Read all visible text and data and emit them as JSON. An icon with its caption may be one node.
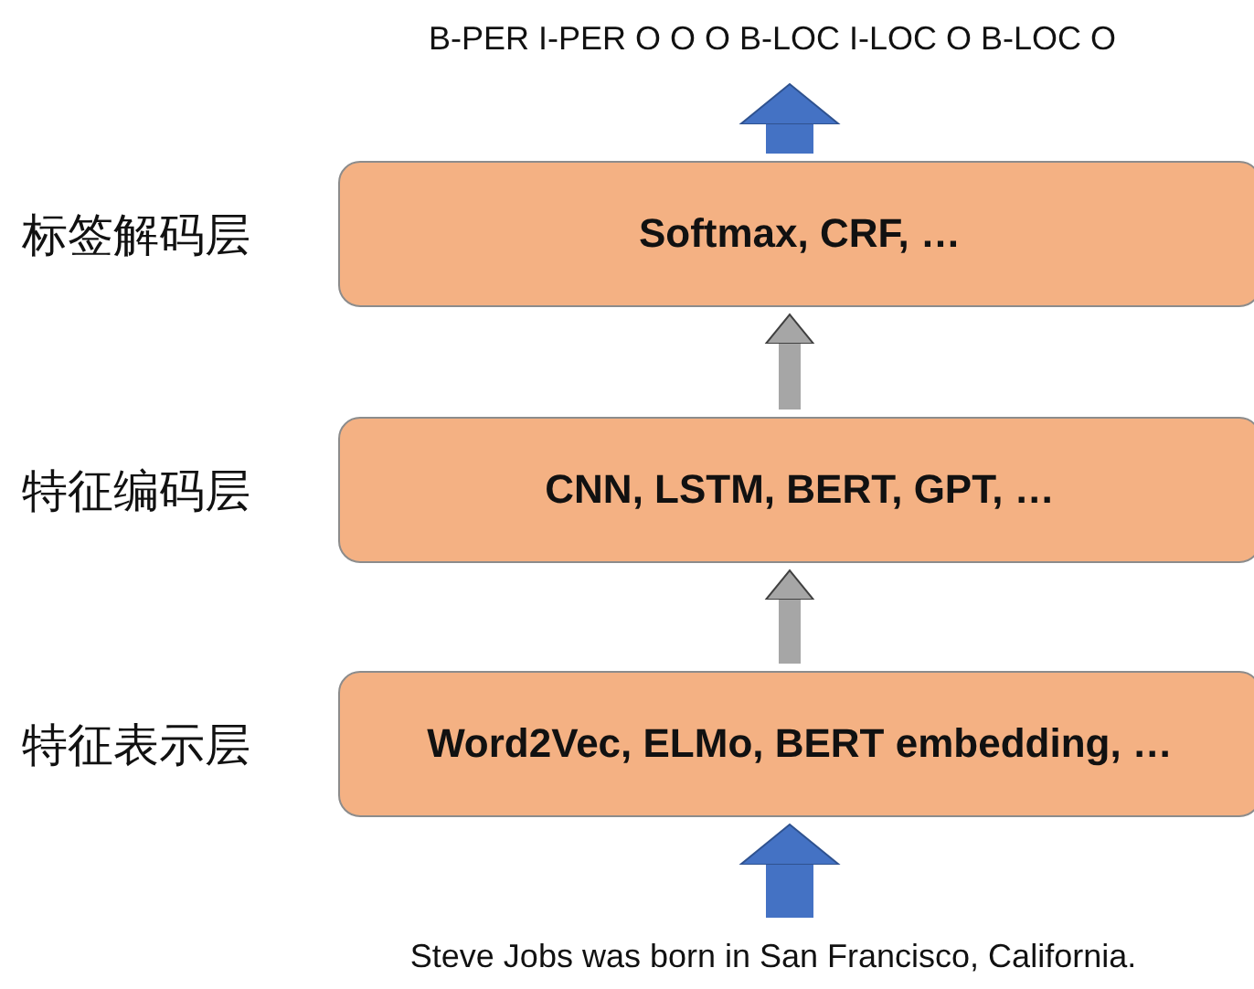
{
  "diagram": {
    "nodes": [
      {
        "text": [
          "B-PER I-PER O O O B-LOC I-LOC O B-LOC O"
        ]
      },
      {
        "text": [
          "Softmax, CRF, …"
        ],
        "beside": [
          "标签解码层"
        ]
      },
      {
        "text": [
          "CNN, LSTM, BERT, GPT, …"
        ],
        "beside": [
          "特征编码层"
        ]
      },
      {
        "text": [
          "Word2Vec, ELMo, BERT embedding, …"
        ],
        "beside": [
          "特征表示层"
        ]
      },
      {
        "text": [
          "Steve Jobs was born in San Francisco, California."
        ]
      }
    ],
    "edges": [
      {
        "from": 4,
        "to": 3,
        "arrow": "to",
        "style": "thick",
        "color": "#4472c4"
      },
      {
        "from": 3,
        "to": 2,
        "arrow": "to",
        "color": "#a6a6a6"
      },
      {
        "from": 2,
        "to": 1,
        "arrow": "to",
        "color": "#a6a6a6"
      },
      {
        "from": 1,
        "to": 0,
        "arrow": "to",
        "style": "thick",
        "color": "#4472c4"
      }
    ]
  }
}
